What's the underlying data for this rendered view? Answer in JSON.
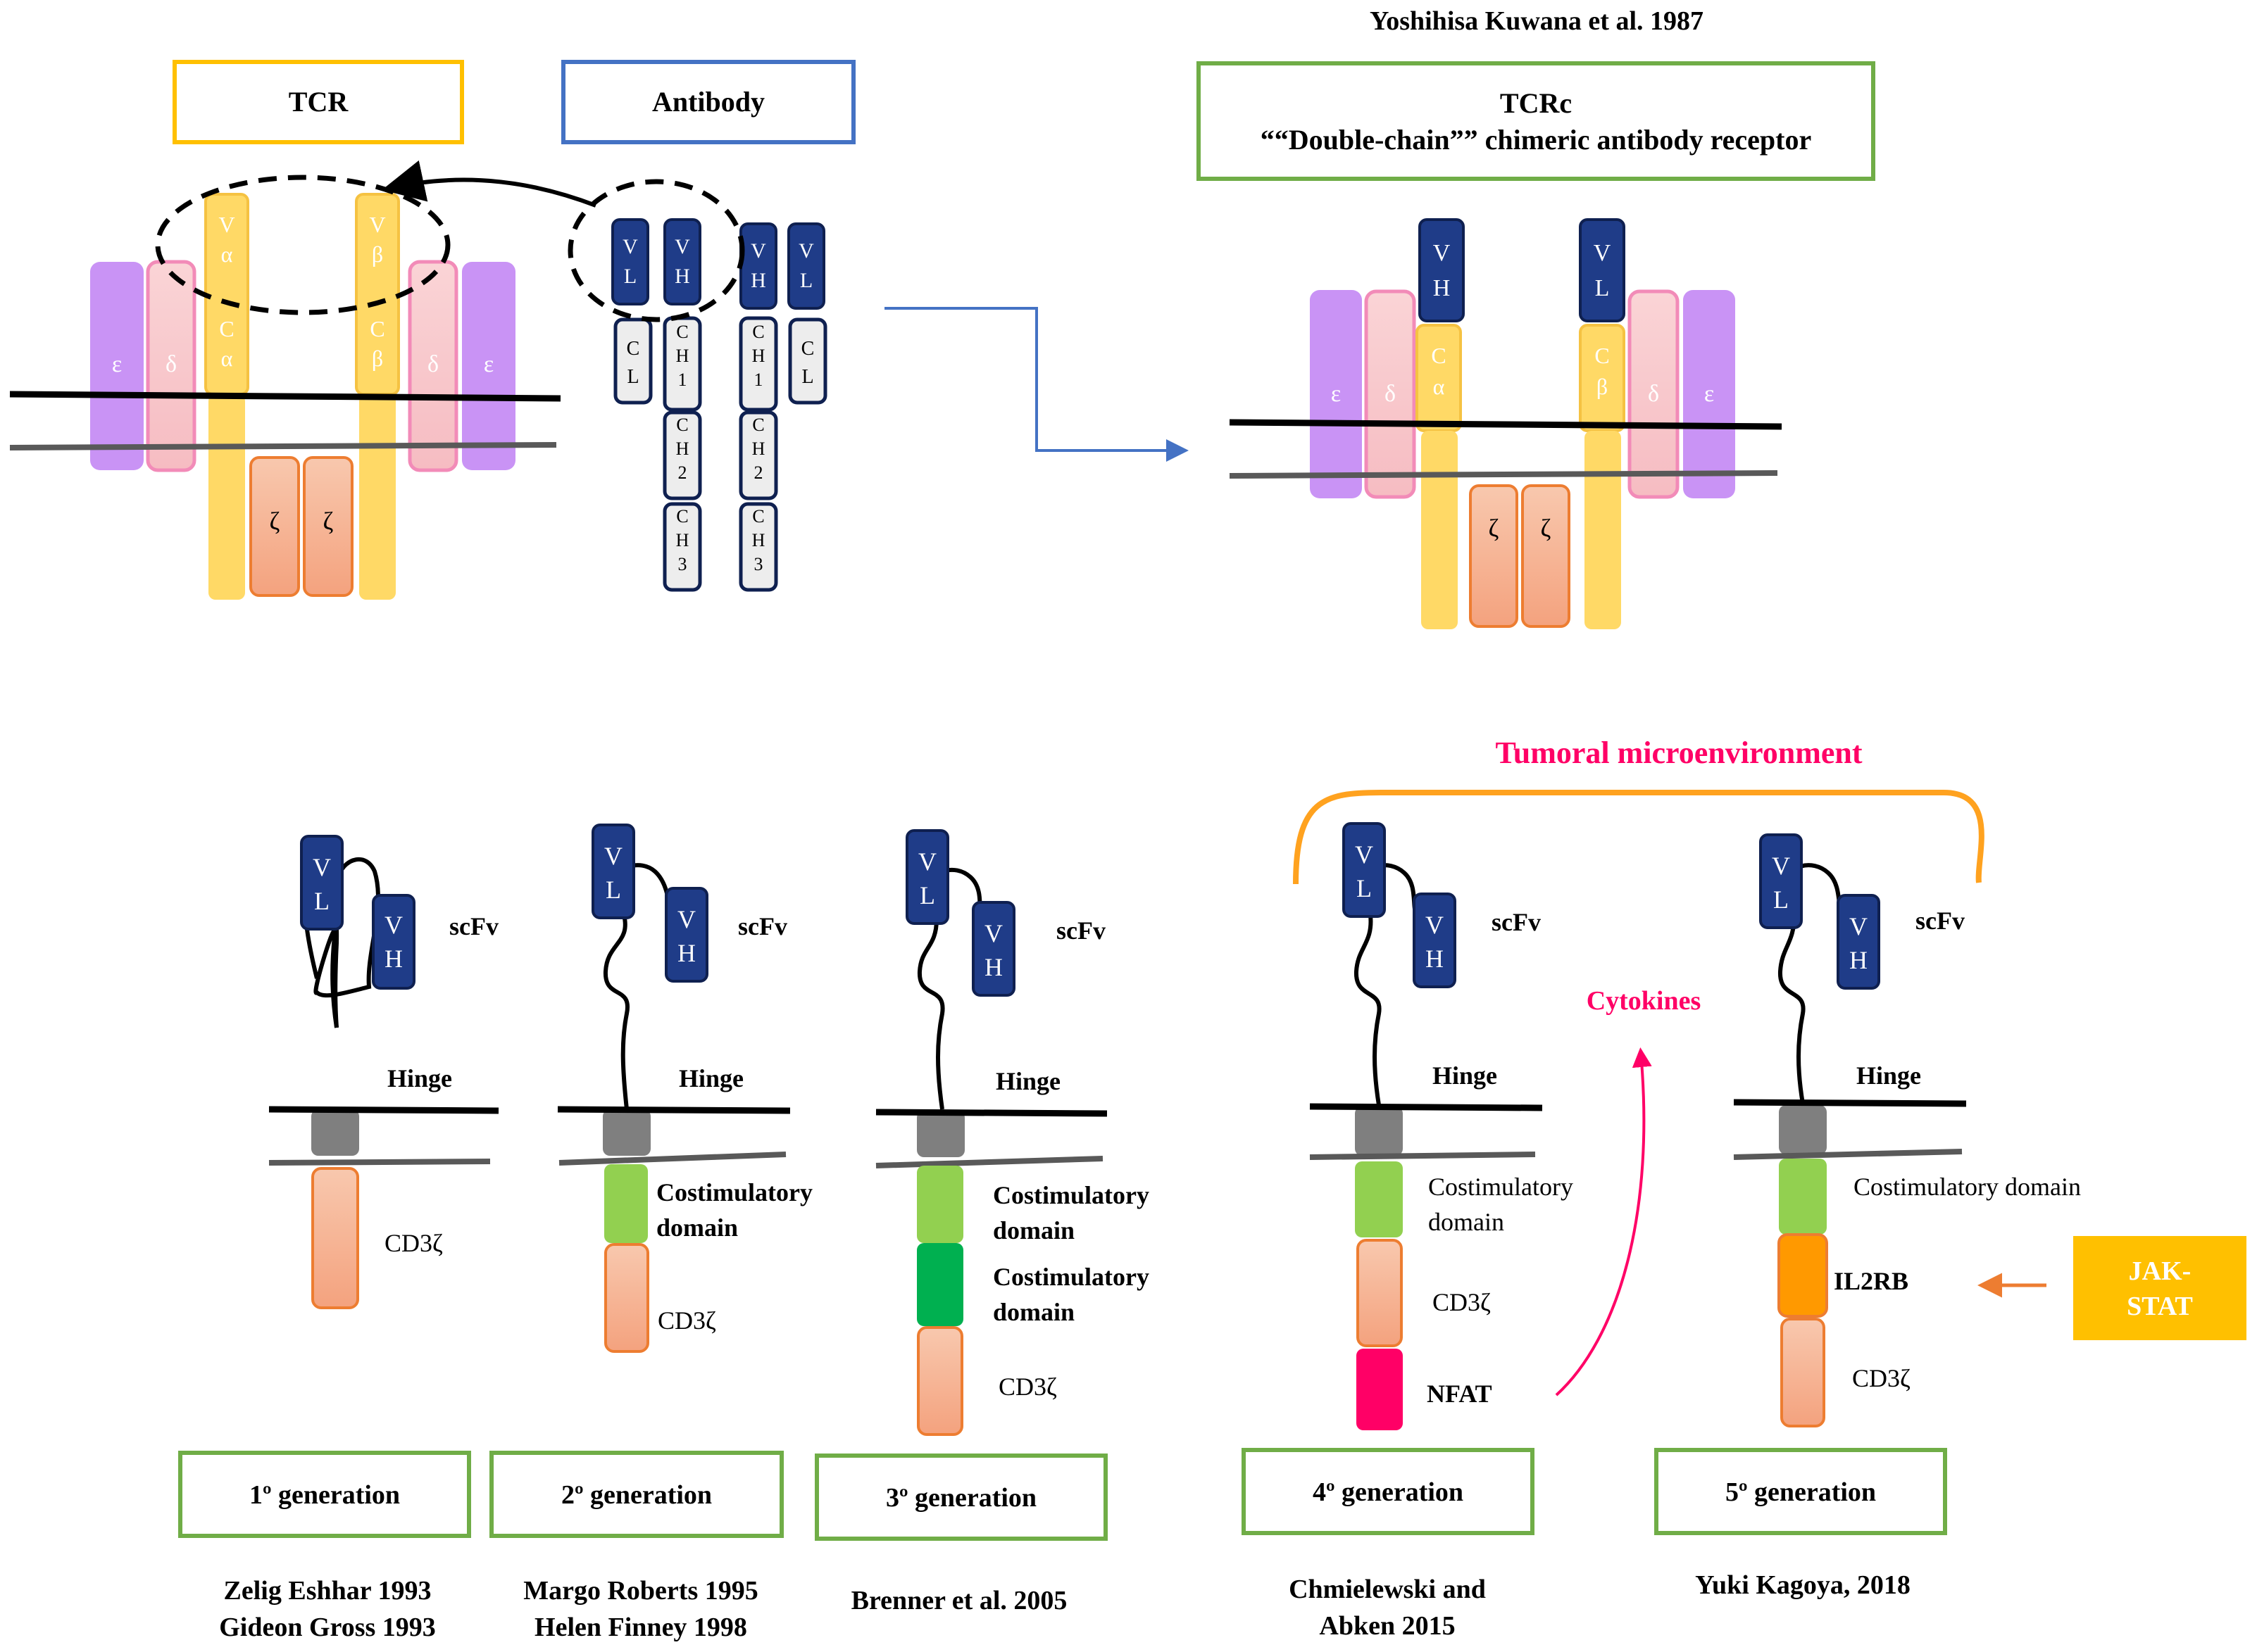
{
  "colors": {
    "tcr_box": "#FFC000",
    "antibody_box": "#4472C4",
    "generation_box": "#70AD47",
    "vdomain": "#1F3C88",
    "vdomain_border": "#0F2050",
    "constant_fill": "#EDEDED",
    "yellow": "#FFD966",
    "yellow_border": "#F5C242",
    "epsilon": "#C993F5",
    "delta": "#F8C8CC",
    "delta_border": "#F28BB8",
    "zeta_fill": "#F4A27E",
    "zeta_border": "#ED7D31",
    "costim_light": "#92D050",
    "costim_dark": "#00B050",
    "nfat": "#FF0066",
    "il2rb": "#FF9900",
    "jak_stat": "#FFC000",
    "tumoral": "#FF0066",
    "bracket": "#FFA21F",
    "membrane_outer": "#000000",
    "membrane_inner": "#595959",
    "tm_gray": "#7F7F7F",
    "arrow_blue": "#4472C4",
    "arrow_orange": "#ED7D31"
  },
  "top": {
    "tcr_label": "TCR",
    "antibody_label": "Antibody",
    "citation": "Yoshihisa Kuwana et al. 1987",
    "tcrc_title": "TCRc",
    "tcrc_subtitle": "““Double-chain”” chimeric antibody receptor"
  },
  "chains": {
    "epsilon": "ε",
    "delta": "δ",
    "zeta": "ζ",
    "v_alpha": [
      "V",
      "α"
    ],
    "c_alpha": [
      "C",
      "α"
    ],
    "v_beta": [
      "V",
      "β"
    ],
    "c_beta": [
      "C",
      "β"
    ],
    "vl": [
      "V",
      "L"
    ],
    "vh": [
      "V",
      "H"
    ],
    "cl": [
      "C",
      "L"
    ],
    "ch1": [
      "C",
      "H",
      "1"
    ],
    "ch2": [
      "C",
      "H",
      "2"
    ],
    "ch3": [
      "C",
      "H",
      "3"
    ]
  },
  "car": {
    "scfv": "scFv",
    "hinge": "Hinge",
    "cd3z": "CD3ζ",
    "costim": [
      "Costimulatory",
      "domain"
    ],
    "costim_one_line": "Costimulatory domain",
    "nfat": "NFAT",
    "il2rb": "IL2RB",
    "jak_stat": [
      "JAK-",
      "STAT"
    ],
    "cytokines": "Cytokines",
    "tumoral": "Tumoral microenvironment"
  },
  "generations": [
    {
      "label": "1º generation",
      "authors": [
        "Zelig Eshhar 1993",
        "Gideon Gross 1993"
      ]
    },
    {
      "label": "2º generation",
      "authors": [
        "Margo Roberts 1995",
        "Helen Finney 1998"
      ]
    },
    {
      "label": "3º generation",
      "authors": [
        "Brenner et al. 2005"
      ]
    },
    {
      "label": "4º generation",
      "authors": [
        "Chmielewski and",
        "Abken 2015"
      ]
    },
    {
      "label": "5º generation",
      "authors": [
        "Yuki Kagoya, 2018"
      ]
    }
  ]
}
